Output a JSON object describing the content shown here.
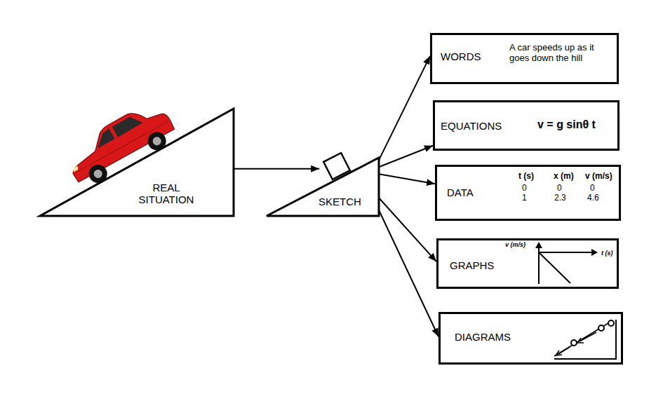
{
  "diagram": {
    "nodes": [
      {
        "text": [
          "REAL SITUATION"
        ]
      },
      {
        "text": [
          "SKETCH"
        ]
      },
      {
        "text": [
          "WORDS",
          "A car speeds up as it goes down the hill"
        ]
      },
      {
        "text": [
          "EQUATIONS",
          "v = g sinθ t"
        ]
      },
      {
        "text": [
          "DATA",
          "t (s)",
          "x (m)",
          "v (m/s)",
          "0",
          "1",
          "0",
          "2.3",
          "0",
          "4.6"
        ]
      },
      {
        "text": [
          "GRAPHS",
          "v (m/s)",
          "t (s)"
        ]
      },
      {
        "text": [
          "DIAGRAMS"
        ]
      }
    ],
    "edges": [
      {
        "from": 0,
        "to": 1,
        "arrow": "to"
      },
      {
        "from": 1,
        "to": 2,
        "arrow": "to"
      },
      {
        "from": 1,
        "to": 3,
        "arrow": "to"
      },
      {
        "from": 1,
        "to": 4,
        "arrow": "to"
      },
      {
        "from": 1,
        "to": 5,
        "arrow": "to"
      },
      {
        "from": 1,
        "to": 6,
        "arrow": "to"
      }
    ]
  }
}
